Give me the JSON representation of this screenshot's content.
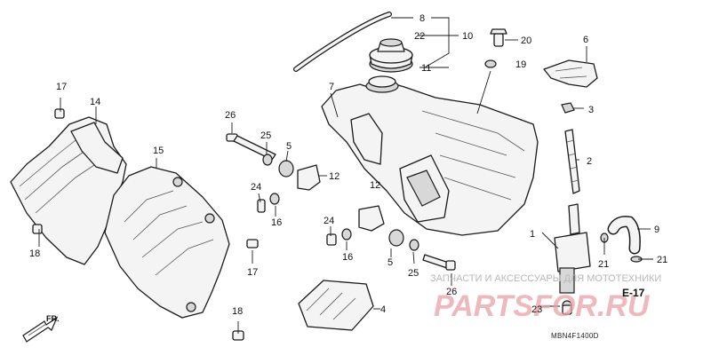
{
  "callouts": {
    "c1": "1",
    "c2": "2",
    "c3": "3",
    "c4": "4",
    "c5a": "5",
    "c5b": "5",
    "c6": "6",
    "c7": "7",
    "c8": "8",
    "c9": "9",
    "c10": "10",
    "c11": "11",
    "c12a": "12",
    "c12b": "12",
    "c14": "14",
    "c15": "15",
    "c16a": "16",
    "c16b": "16",
    "c17a": "17",
    "c17b": "17",
    "c18a": "18",
    "c18b": "18",
    "c19": "19",
    "c20": "20",
    "c21a": "21",
    "c21b": "21",
    "c22": "22",
    "c23": "23",
    "c24a": "24",
    "c24b": "24",
    "c25a": "25",
    "c25b": "25",
    "c26a": "26",
    "c26b": "26"
  },
  "reference": "E-17",
  "direction": "FR.",
  "diagram_code": "MBN4F1400D",
  "watermark": {
    "tagline": "ЗАПЧАСТИ И АКСЕССУАРЫ ДЛЯ МОТОТЕХНИКИ",
    "logo": "PARTSFOR.RU"
  }
}
